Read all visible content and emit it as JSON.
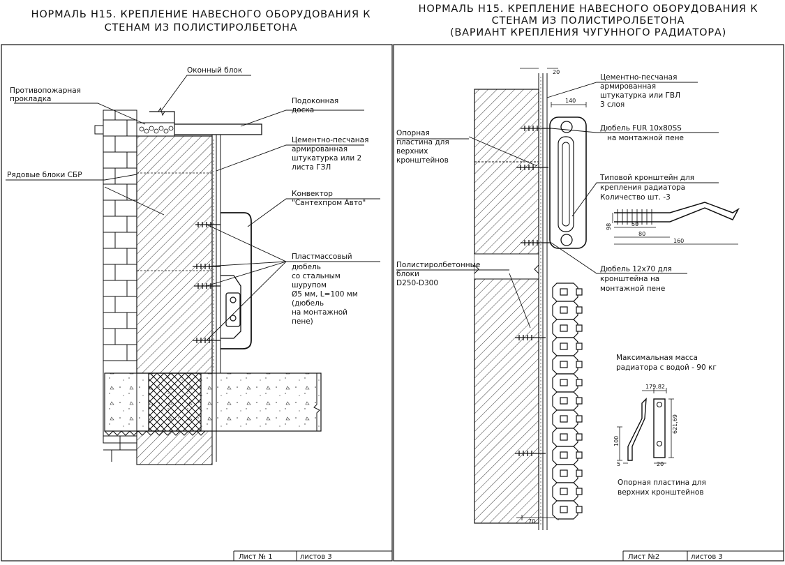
{
  "sheet1": {
    "title_lines": [
      "НОРМАЛЬ Н15. КРЕПЛЕНИЕ НАВЕСНОГО ОБОРУДОВАНИЯ К",
      "СТЕНАМ ИЗ ПОЛИСТИРОЛБЕТОНА"
    ],
    "callouts": {
      "window_block": [
        "Оконный блок"
      ],
      "fire_gasket": [
        "Противопожарная",
        "прокладка"
      ],
      "sill_board": [
        "Подоконная",
        "доска"
      ],
      "plaster": [
        "Цементно-песчаная",
        "армированная",
        "штукатурка или 2",
        "листа ГЗЛ"
      ],
      "row_blocks": [
        "Рядовые блоки СБР"
      ],
      "convector": [
        "Конвектор",
        "\"Сантехпром Авто\""
      ],
      "plastic_dowel": [
        "Пластмассовый",
        "дюбель",
        "со стальным",
        "шурупом",
        "Ø5 мм, L=100 мм",
        "(дюбель",
        "на монтажной",
        "пене)"
      ]
    },
    "stamp": {
      "sheet_label": "Лист № 1",
      "sheets_label": "листов 3"
    }
  },
  "sheet2": {
    "title_lines": [
      "НОРМАЛЬ Н15. КРЕПЛЕНИЕ НАВЕСНОГО ОБОРУДОВАНИЯ К",
      "СТЕНАМ ИЗ ПОЛИСТИРОЛБЕТОНА",
      "(ВАРИАНТ КРЕПЛЕНИЯ ЧУГУННОГО РАДИАТОРА)"
    ],
    "callouts": {
      "plaster": [
        "Цементно-песчаная",
        "армированная",
        "штукатурка или ГВЛ",
        "3 слоя"
      ],
      "dowel_fur": [
        "Дюбель FUR 10x80SS",
        "на монтажной пене"
      ],
      "support_plate": [
        "Опорная",
        "пластина для",
        "верхних",
        "кронштейнов"
      ],
      "bracket": [
        "Типовой кронштейн для",
        "крепления радиатора",
        "Количество шт. -3"
      ],
      "blocks": [
        "Полистиролбетонные",
        "блоки",
        "D250-D300"
      ],
      "dowel_12": [
        "Дюбель 12x70 для",
        "кронштейна на",
        "монтажной пене"
      ],
      "max_mass": [
        "Максимальная масса",
        "радиатора с водой - 90 кг"
      ],
      "plate_caption": [
        "Опорная пластина для",
        "верхних кронштейнов"
      ]
    },
    "dims": {
      "d20_top": "20",
      "d140": "140",
      "d50": "50",
      "d80": "80",
      "d160": "160",
      "d98": "98",
      "d179": "179,82",
      "d621": "621,69",
      "d100": "100",
      "d5": "5",
      "d20_plate": "20",
      "d70": "70"
    },
    "stamp": {
      "sheet_label": "Лист №2",
      "sheets_label": "листов 3"
    }
  },
  "colors": {
    "line": "#111111",
    "paper": "#ffffff"
  }
}
